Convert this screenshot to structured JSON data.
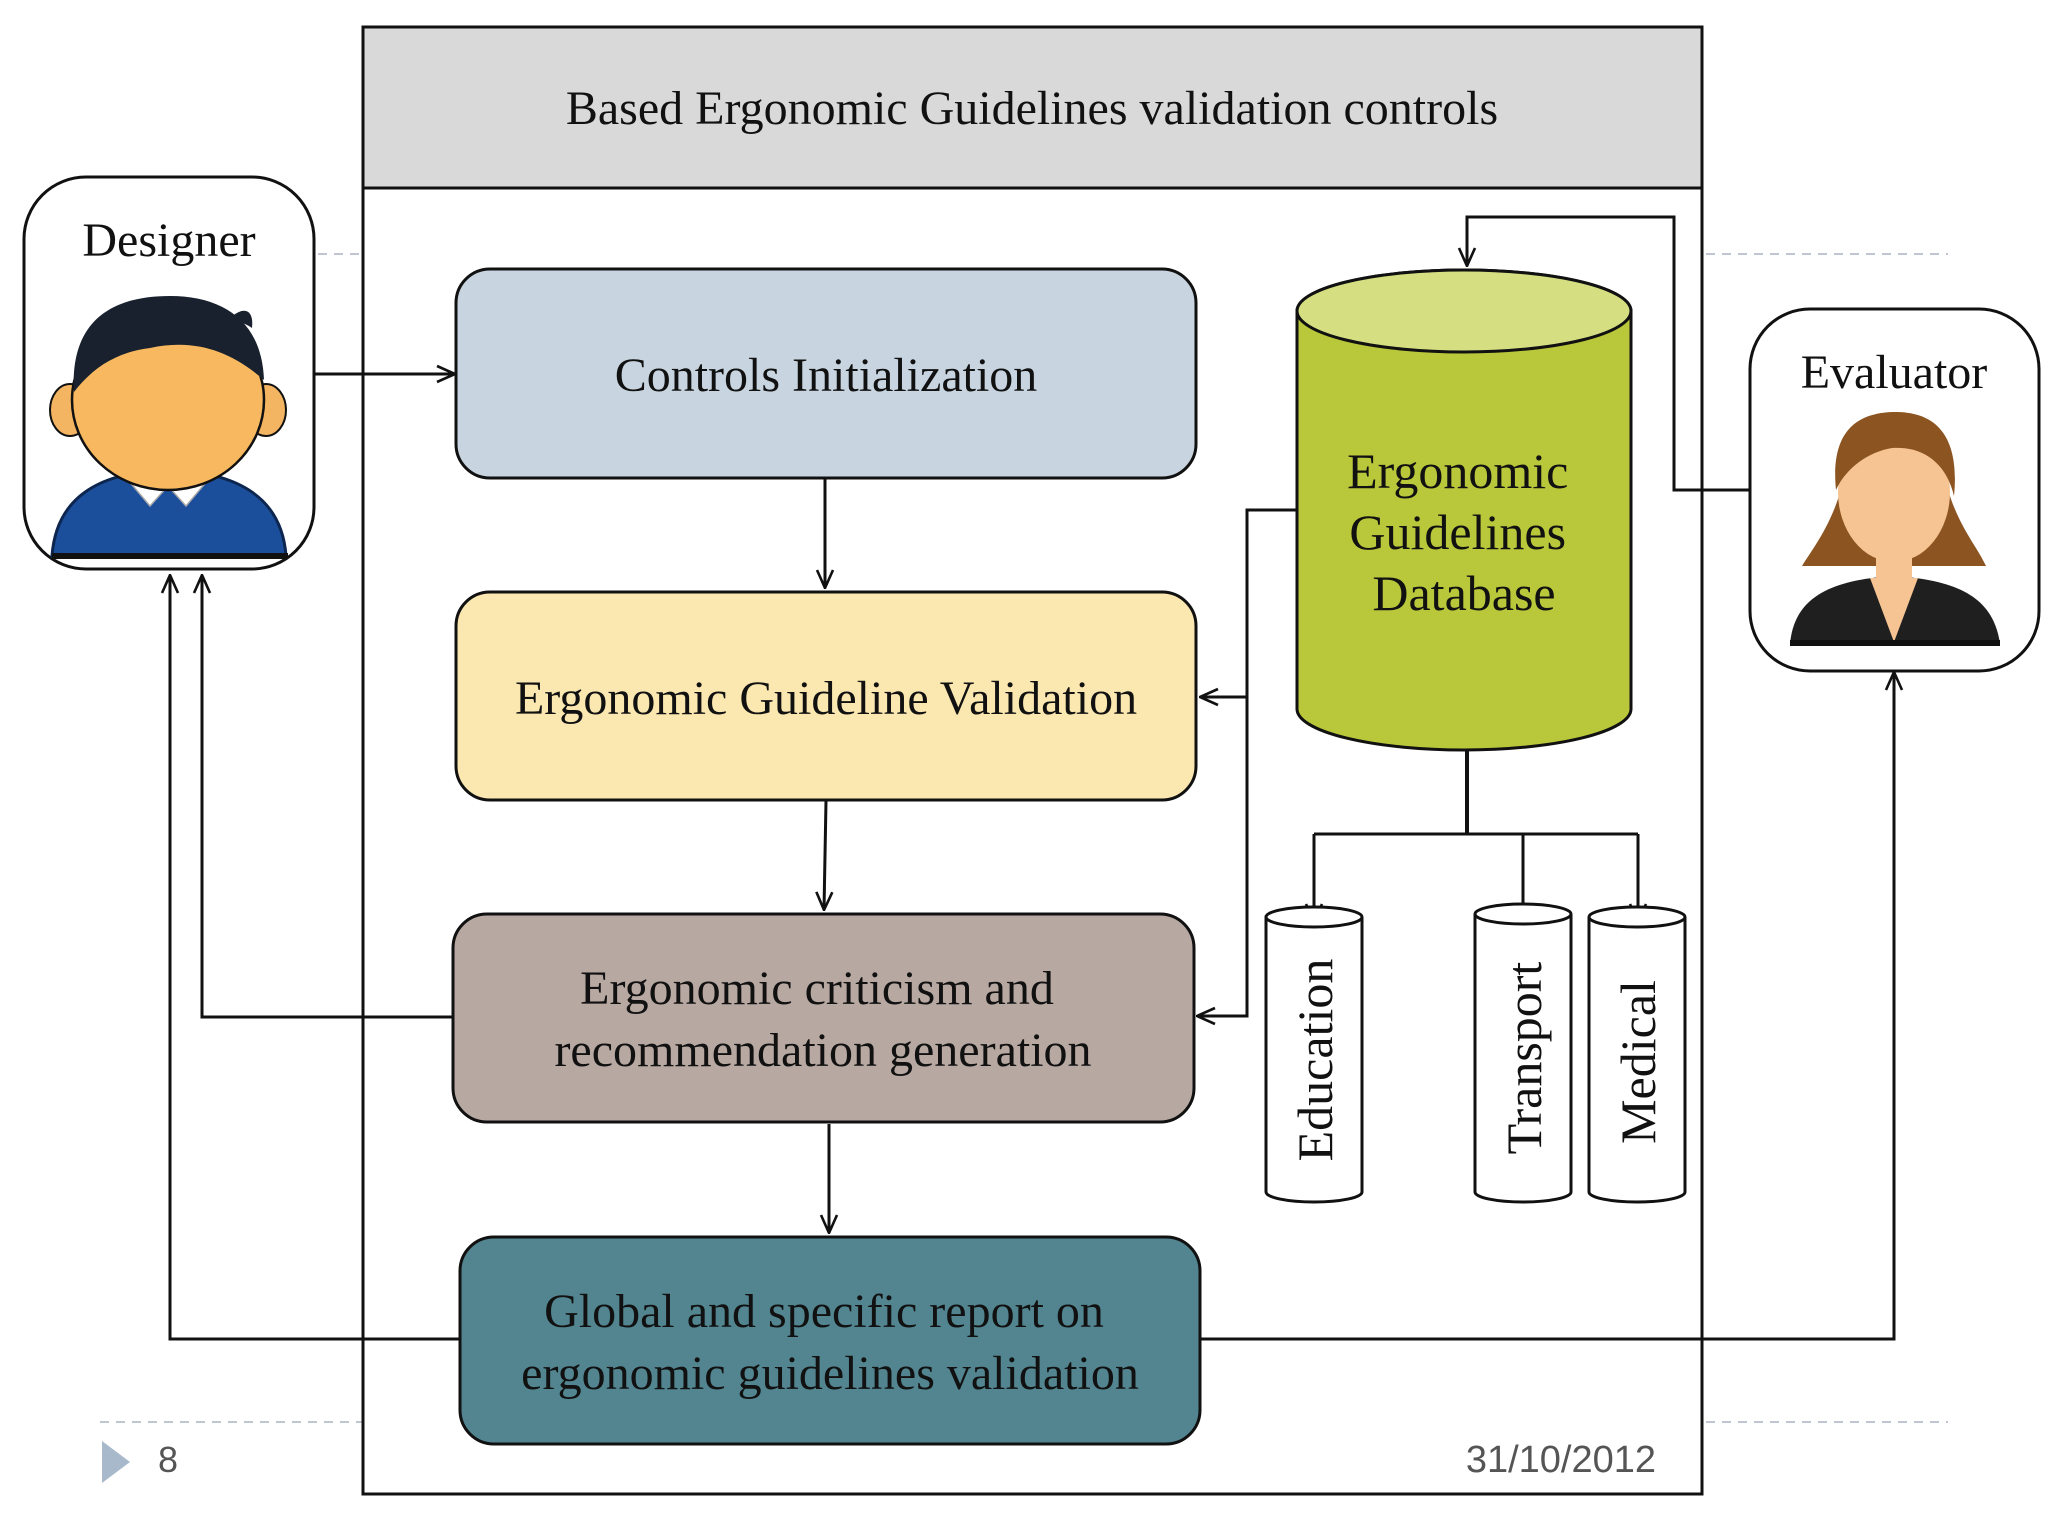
{
  "slide": {
    "page_number": "8",
    "date": "31/10/2012"
  },
  "diagram": {
    "header_title": "Based Ergonomic Guidelines validation controls",
    "designer_label": "Designer",
    "evaluator_label": "Evaluator",
    "steps": [
      {
        "lines": [
          "Controls Initialization"
        ],
        "color": "#c8d5e0"
      },
      {
        "lines": [
          "Ergonomic Guideline Validation"
        ],
        "color": "#fbe8b1"
      },
      {
        "lines": [
          "Ergonomic criticism and",
          "recommendation generation"
        ],
        "color": "#b7a8a2"
      },
      {
        "lines": [
          "Global and specific report on",
          "ergonomic guidelines validation"
        ],
        "color": "#528590"
      }
    ],
    "database": {
      "lines": [
        "Ergonomic",
        "Guidelines",
        "Database"
      ],
      "body_color": "#b9c73a",
      "top_color": "#d5df82"
    },
    "domains": [
      "Education",
      "Transport",
      "Medical"
    ],
    "icons": {
      "designer": "designer-avatar-icon",
      "evaluator": "evaluator-avatar-icon",
      "page_marker": "triangle-right-icon"
    }
  }
}
